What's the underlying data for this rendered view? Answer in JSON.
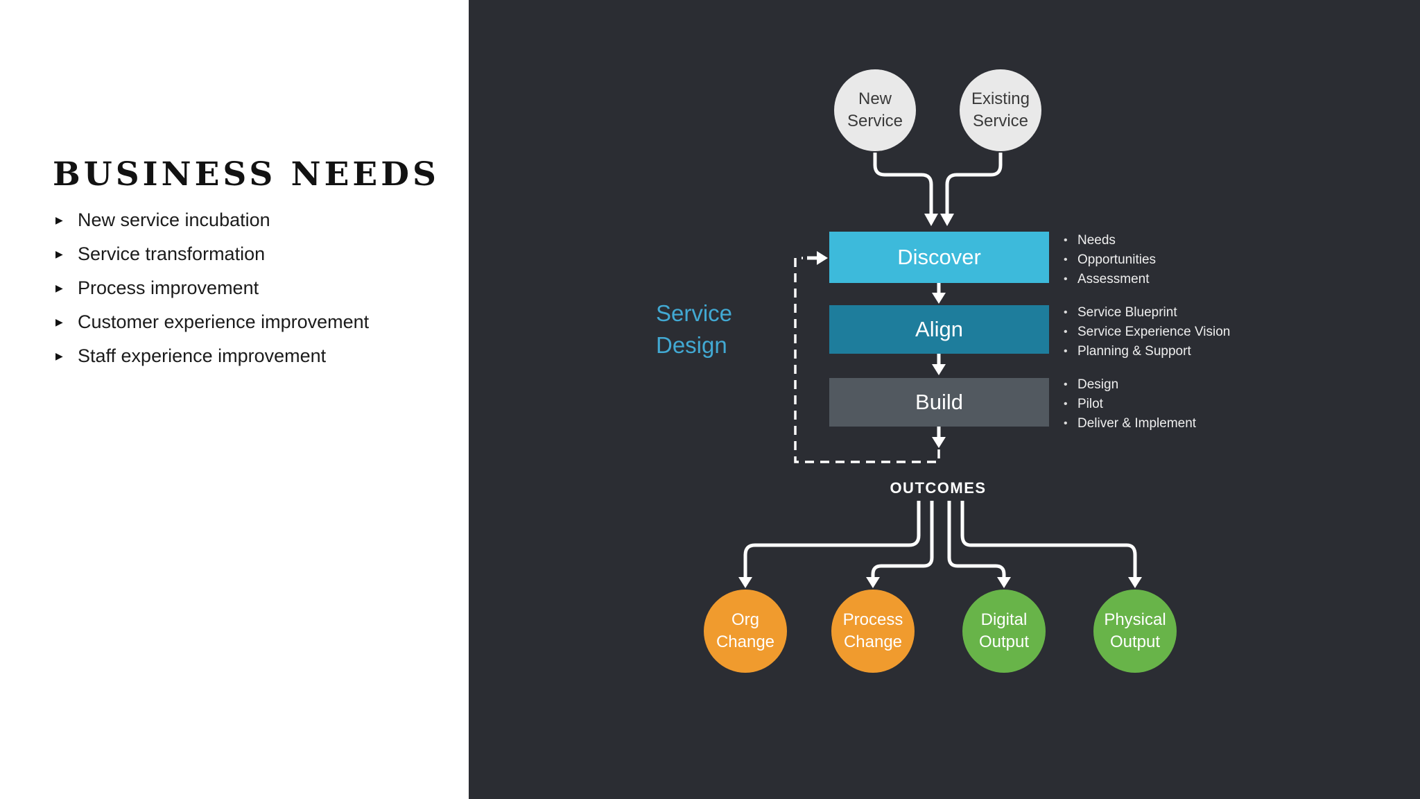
{
  "left_panel": {
    "title": "BUSINESS NEEDS",
    "bullet_glyph": "▶",
    "items": [
      "New service incubation",
      "Service transformation",
      "Process improvement",
      "Customer experience improvement",
      "Staff experience improvement"
    ]
  },
  "diagram": {
    "dot_glyph": "•",
    "inputs": [
      "New Service",
      "Existing Service"
    ],
    "stages": [
      {
        "label": "Discover",
        "color": "#3dbadb",
        "bullets": [
          "Needs",
          "Opportunities",
          "Assessment"
        ]
      },
      {
        "label": "Align",
        "color": "#1e7d9c",
        "bullets": [
          "Service Blueprint",
          "Service Experience Vision",
          "Planning & Support"
        ]
      },
      {
        "label": "Build",
        "color": "#525960",
        "bullets": [
          "Design",
          "Pilot",
          "Deliver & Implement"
        ]
      }
    ],
    "side_label": {
      "line1": "Service",
      "line2": "Design",
      "color": "#42a9d3"
    },
    "outcomes_label": "OUTCOMES",
    "outcomes": [
      {
        "label": "Org Change",
        "color": "#f09b2e"
      },
      {
        "label": "Process Change",
        "color": "#f09b2e"
      },
      {
        "label": "Digital Output",
        "color": "#68b449"
      },
      {
        "label": "Physical Output",
        "color": "#68b449"
      }
    ]
  },
  "colors": {
    "background_dark": "#2b2d33",
    "background_light": "#ffffff",
    "wire": "#ffffff",
    "input_circle": "#e9e9e9",
    "accent_cyan": "#3dbadb",
    "accent_teal": "#1e7d9c",
    "accent_gray": "#525960",
    "accent_orange": "#f09b2e",
    "accent_green": "#68b449"
  }
}
